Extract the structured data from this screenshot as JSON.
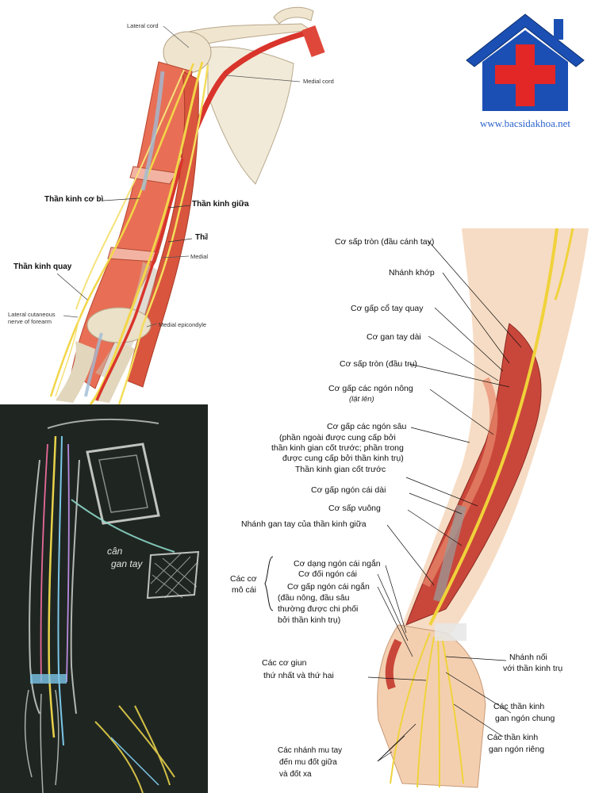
{
  "logo": {
    "url": "www.bacsidakhoa.net",
    "house_color": "#1b4fb3",
    "cross_color": "#e32626"
  },
  "arm": {
    "lateral_cord": "Lateral cord",
    "medial_cord": "Medial cord",
    "musculocutaneous": "Thần kinh cơ bì",
    "median": "Thần kinh giữa",
    "ulnar": "Thần kinh trụ",
    "medial_septum": "Medial intermuscular septum",
    "radial": "Thần kinh quay",
    "lateral_cutaneous_1": "Lateral cutaneous",
    "lateral_cutaneous_2": "nerve of forearm",
    "medial_epicondyle": "Medial epicondyle"
  },
  "board": {
    "annotation_1": "cân",
    "annotation_2": "gan tay"
  },
  "forearm": {
    "labels": [
      "Cơ sấp tròn (đầu cánh tay)",
      "Nhánh khớp",
      "Cơ gấp cổ tay quay",
      "Cơ gan tay dài",
      "Cơ sấp tròn (đầu trụ)",
      "Cơ gấp các ngón nông",
      "(lật lên)",
      "Cơ gấp các ngón sâu",
      "(phần ngoài được cung cấp bởi",
      "thần kinh gian cốt trước; phần trong",
      "được cung cấp bởi thần kinh trụ)",
      "Thần kinh gian cốt trước",
      "Cơ gấp ngón cái dài",
      "Cơ sấp vuông",
      "Nhánh gan tay của thần kinh giữa",
      "Cơ dạng ngón cái ngắn",
      "Cơ đối ngón cái",
      "Cơ gấp ngón cái ngắn",
      "(đầu nông, đầu sâu",
      "thường được chi phối",
      "bởi thần kinh trụ)",
      "Các cơ",
      "mô cái",
      "Các cơ giun",
      "thứ nhất và thứ hai",
      "Nhánh nối",
      "với thần kinh trụ",
      "Các thần kinh",
      "gan ngón chung",
      "Các thần kinh",
      "gan ngón riêng",
      "Các nhánh mu tay",
      "đến mu đốt giữa",
      "và đốt xa"
    ]
  }
}
